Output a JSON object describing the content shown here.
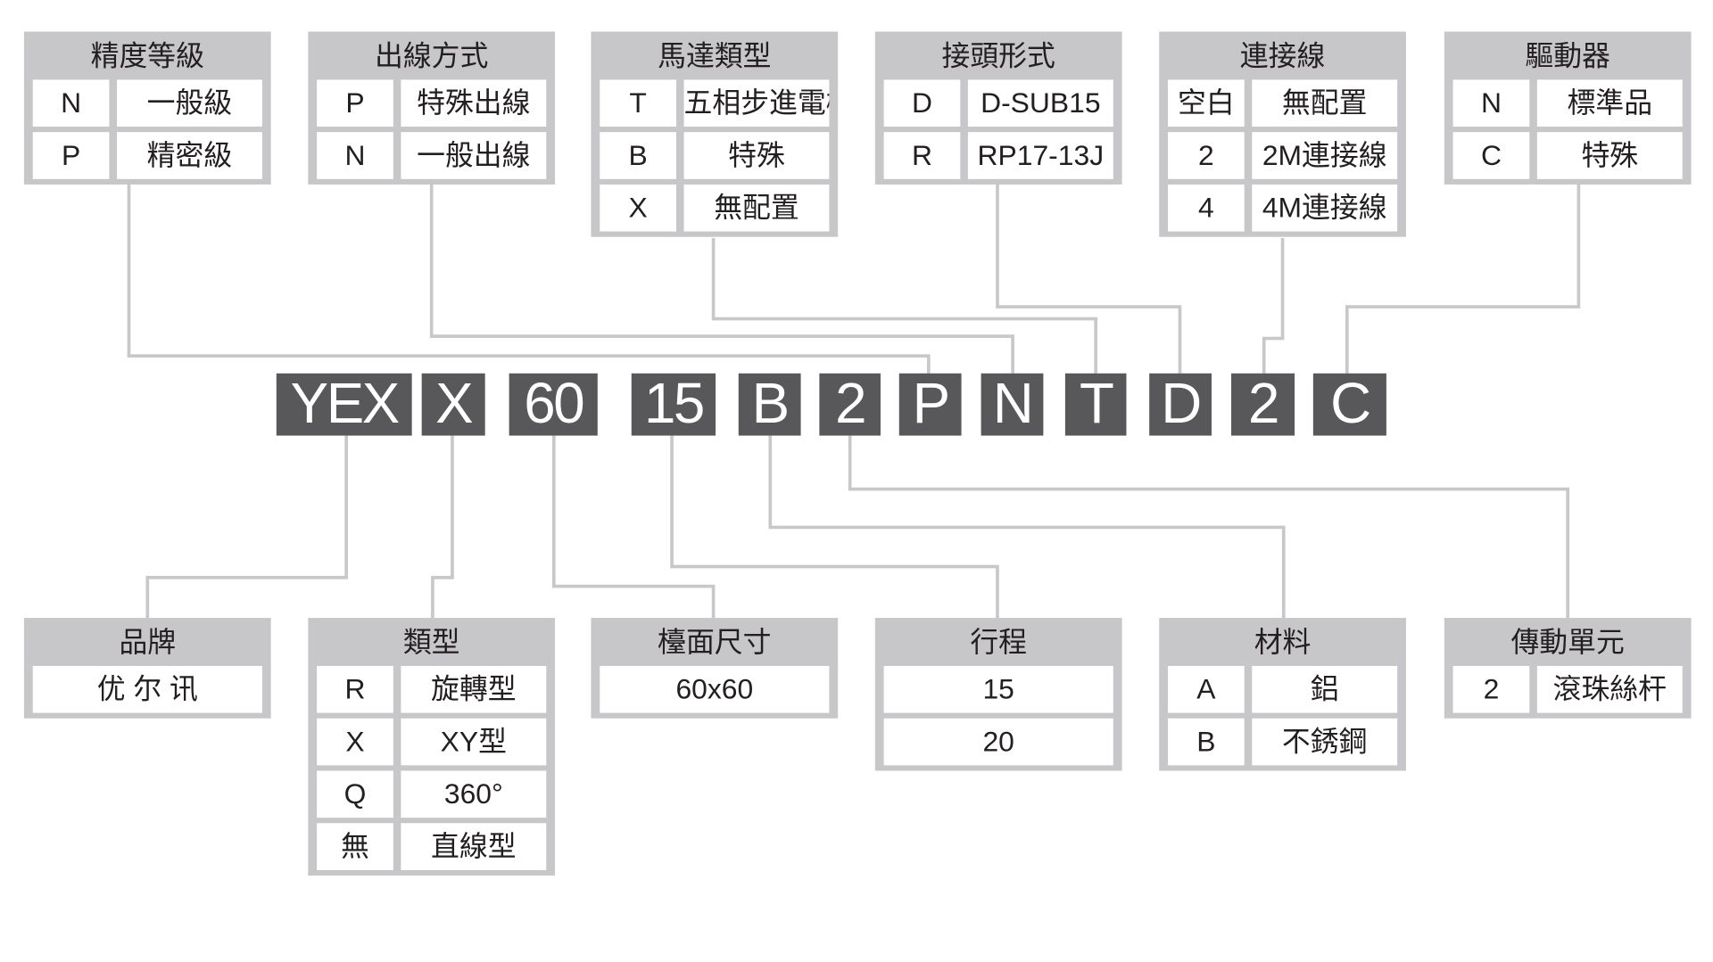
{
  "model_code": [
    "YEX",
    "X",
    "60",
    "15",
    "B",
    "2",
    "P",
    "N",
    "T",
    "D",
    "2",
    "C"
  ],
  "top_options": [
    {
      "title": "精度等級",
      "rows": [
        {
          "code": "N",
          "value": "一般級"
        },
        {
          "code": "P",
          "value": "精密級"
        }
      ]
    },
    {
      "title": "出線方式",
      "rows": [
        {
          "code": "P",
          "value": "特殊出線"
        },
        {
          "code": "N",
          "value": "一般出線"
        }
      ]
    },
    {
      "title": "馬達類型",
      "rows": [
        {
          "code": "T",
          "value": "五相步進電機"
        },
        {
          "code": "B",
          "value": "特殊"
        },
        {
          "code": "X",
          "value": "無配置"
        }
      ]
    },
    {
      "title": "接頭形式",
      "rows": [
        {
          "code": "D",
          "value": "D-SUB15"
        },
        {
          "code": "R",
          "value": "RP17-13J"
        }
      ]
    },
    {
      "title": "連接線",
      "rows": [
        {
          "code": "空白",
          "value": "無配置"
        },
        {
          "code": "2",
          "value": "2M連接線"
        },
        {
          "code": "4",
          "value": "4M連接線"
        }
      ]
    },
    {
      "title": "驅動器",
      "rows": [
        {
          "code": "N",
          "value": "標準品"
        },
        {
          "code": "C",
          "value": "特殊"
        }
      ]
    }
  ],
  "bottom_options": [
    {
      "title": "品牌",
      "rows": [
        {
          "value": "优 尔 讯"
        }
      ]
    },
    {
      "title": "類型",
      "rows": [
        {
          "code": "R",
          "value": "旋轉型"
        },
        {
          "code": "X",
          "value": "XY型"
        },
        {
          "code": "Q",
          "value": "360°"
        },
        {
          "code": "無",
          "value": "直線型"
        }
      ]
    },
    {
      "title": "檯面尺寸",
      "rows": [
        {
          "value": "60x60"
        }
      ]
    },
    {
      "title": "行程",
      "rows": [
        {
          "value": "15"
        },
        {
          "value": "20"
        }
      ]
    },
    {
      "title": "材料",
      "rows": [
        {
          "code": "A",
          "value": "鋁"
        },
        {
          "code": "B",
          "value": "不銹鋼"
        }
      ]
    },
    {
      "title": "傳動單元",
      "rows": [
        {
          "code": "2",
          "value": "滾珠絲杆"
        }
      ]
    }
  ],
  "colors": {
    "box": "#c7c7c9",
    "code_block": "#58585a",
    "line": "#c8c8c8"
  }
}
